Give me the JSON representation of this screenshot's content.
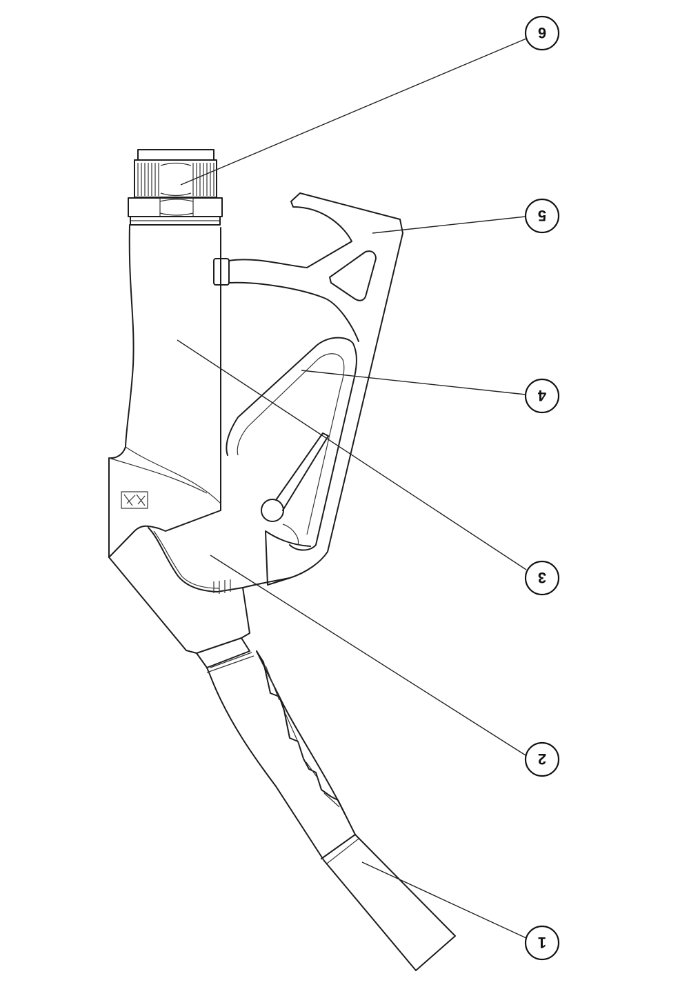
{
  "diagram": {
    "ink_color": "#1c1c1c",
    "background": "#ffffff",
    "callouts": [
      {
        "id": "part-6",
        "label": "6"
      },
      {
        "id": "part-5",
        "label": "5"
      },
      {
        "id": "part-4",
        "label": "4"
      },
      {
        "id": "part-3",
        "label": "3"
      },
      {
        "id": "part-2",
        "label": "2"
      },
      {
        "id": "part-1",
        "label": "1"
      }
    ]
  }
}
